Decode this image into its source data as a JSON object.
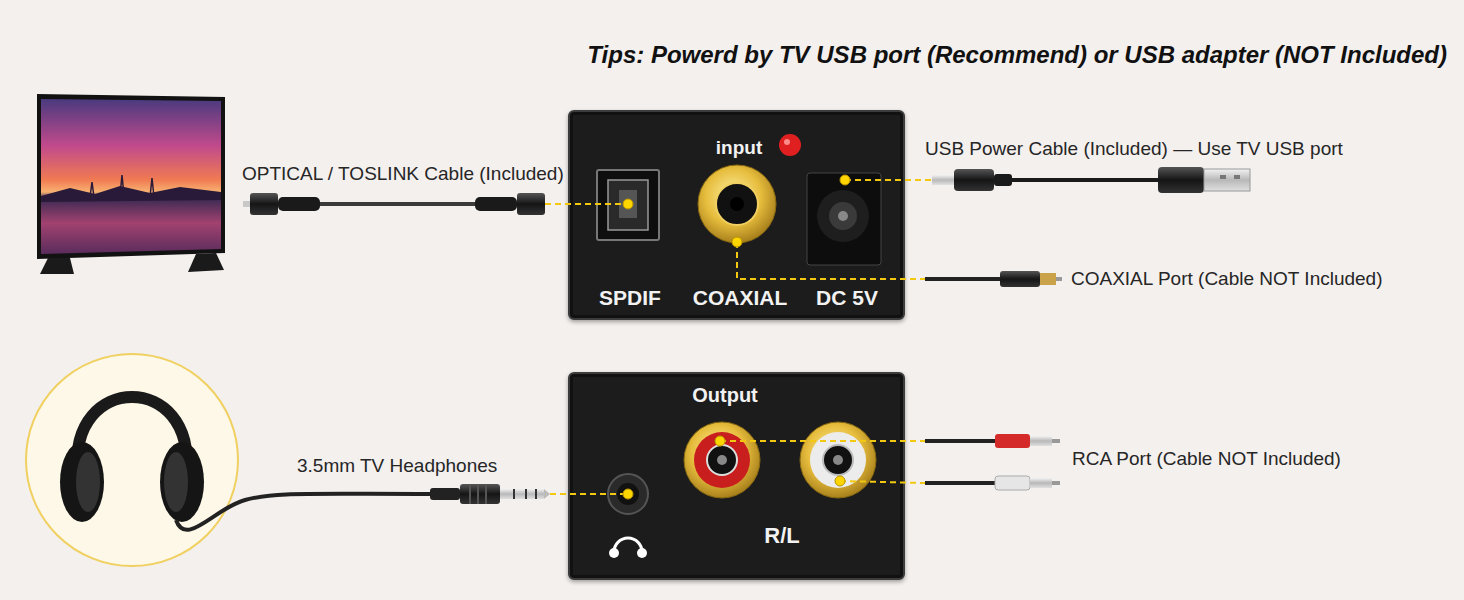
{
  "diagram": {
    "title": "Tips: Powerd by TV USB port (Recommend) or USB adapter (NOT Included)",
    "nodes": [
      {
        "text": [
          "input",
          "SPDIF",
          "COAXIAL",
          "DC 5V"
        ]
      },
      {
        "text": [
          "Output",
          "R/L"
        ]
      }
    ],
    "labels": [
      "OPTICAL / TOSLINK Cable (Included)",
      "USB Power Cable (Included) — Use TV USB port",
      "COAXIAL Port (Cable NOT Included)",
      "3.5mm TV Headphones",
      "RCA Port (Cable NOT Included)"
    ]
  }
}
